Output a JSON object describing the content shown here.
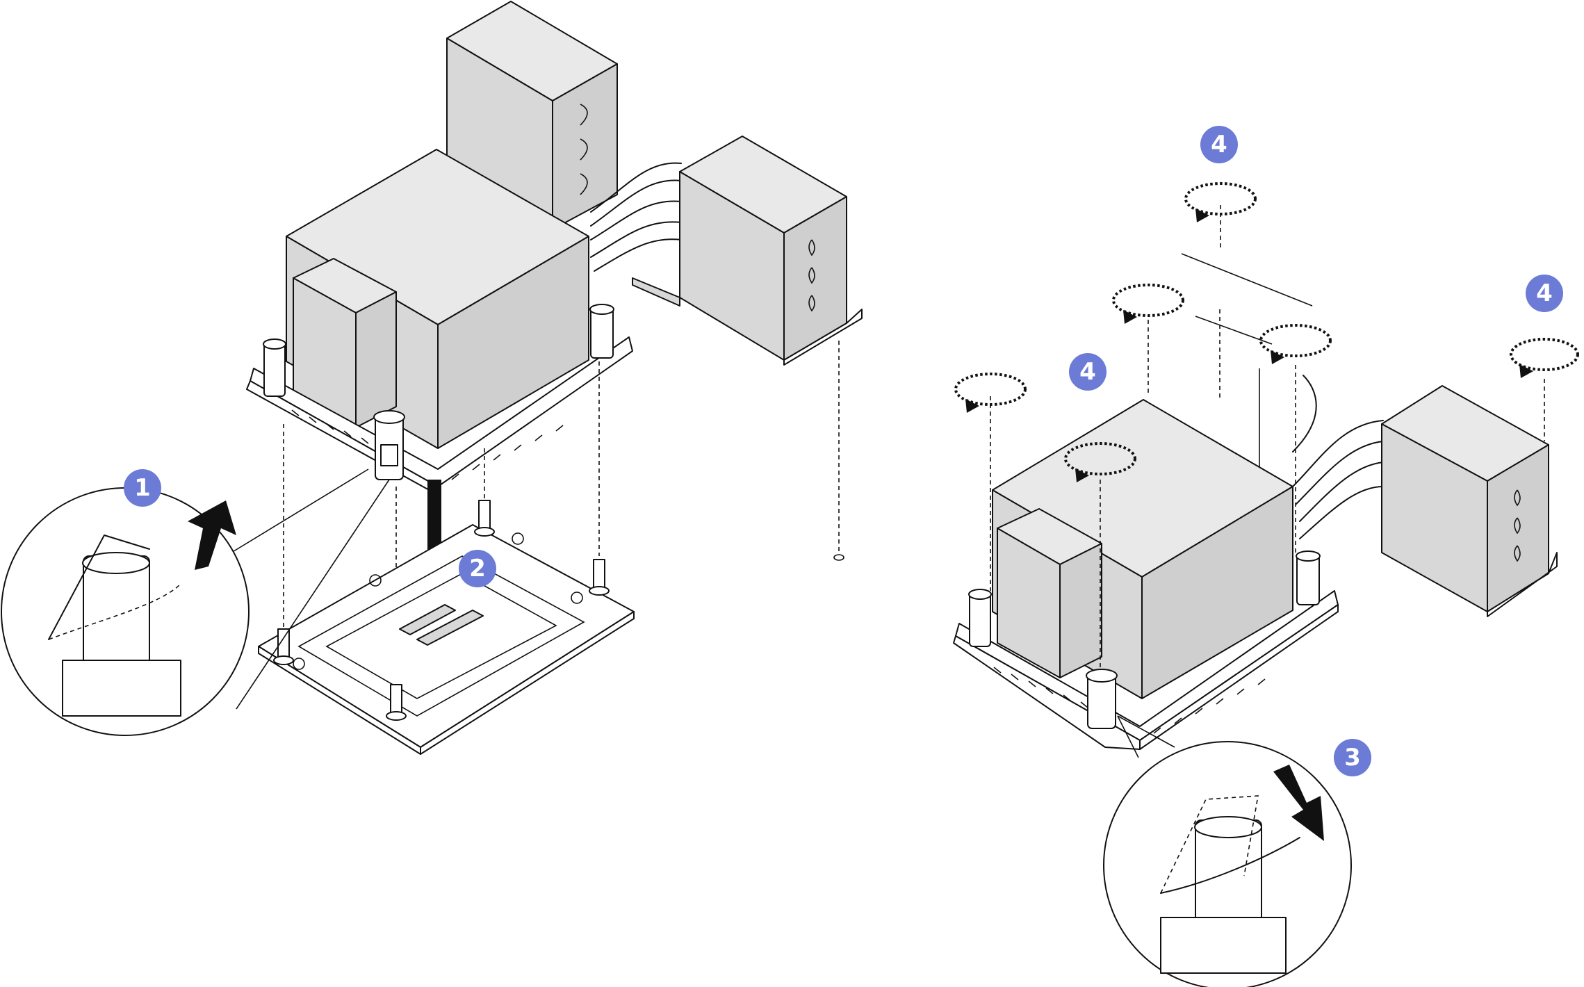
{
  "steps": [
    {
      "id": "step-1",
      "number": "1"
    },
    {
      "id": "step-2",
      "number": "2"
    },
    {
      "id": "step-3",
      "number": "3"
    },
    {
      "id": "step-4a",
      "number": "4"
    },
    {
      "id": "step-4b",
      "number": "4"
    },
    {
      "id": "step-4c",
      "number": "4"
    }
  ],
  "colors": {
    "badge": "#6b7bd6",
    "outline": "#111111",
    "heatsink_fill": "#dcdcdc",
    "background": "#ffffff"
  },
  "icons": {
    "rotate": "rotate-clockwise-icon",
    "arrow": "arrow-icon"
  }
}
